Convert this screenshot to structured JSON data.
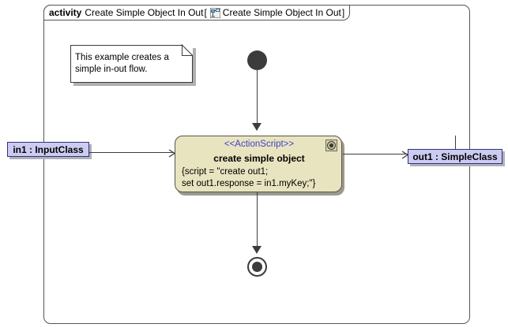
{
  "frame": {
    "keyword": "activity",
    "name": "Create Simple Object In Out",
    "bracket_open": "[",
    "icon": "activity-diagram-icon",
    "diagram_name": "Create Simple Object In Out",
    "bracket_close": "]"
  },
  "note": {
    "text": "This example creates a simple in-out flow."
  },
  "nodes": {
    "initial": {
      "name": "initial-node"
    },
    "final": {
      "name": "activity-final-node"
    },
    "action": {
      "stereotype": "<<ActionScript>>",
      "title": "create simple object",
      "script": "{script = \"create out1;\nset out1.response = in1.myKey;\"}",
      "badge_icon": "action-badge-icon"
    }
  },
  "pins": {
    "input": {
      "label": "in1 : InputClass"
    },
    "output": {
      "label": "out1 : SimpleClass"
    }
  },
  "colors": {
    "action_fill": "#e8e4c0",
    "action_border": "#57564a",
    "pin_fill": "#ccccf2",
    "pin_border": "#32327a",
    "stereotype_text": "#4040c8",
    "node_dark": "#3c3c3c",
    "frame_border": "#555555",
    "note_fill": "#ffffff"
  }
}
